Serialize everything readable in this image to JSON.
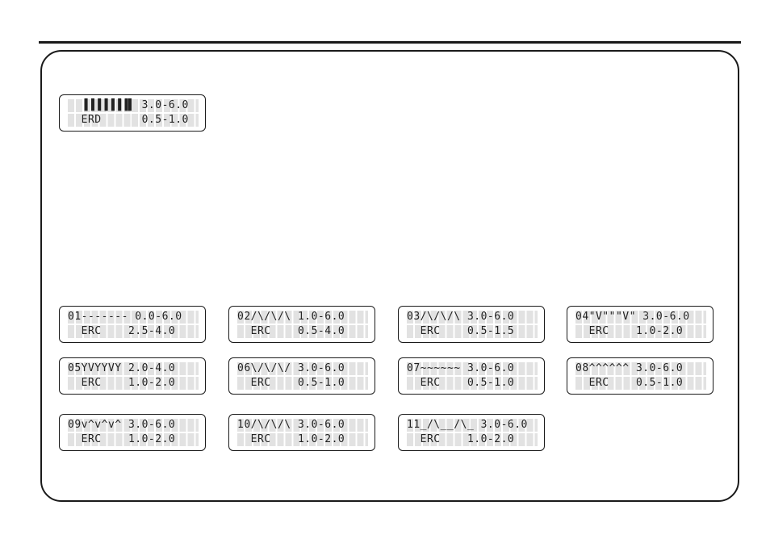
{
  "current_setting": {
    "line1": "  ▐▐▐▐▐▐▐▌ 3.0-6.0",
    "line2": "  ERD      0.5-1.0"
  },
  "presets": [
    {
      "line1": "01------- 0.0-6.0",
      "line2": "  ERC    2.5-4.0"
    },
    {
      "line1": "02/\\/\\/\\ 1.0-6.0",
      "line2": "  ERC    0.5-4.0"
    },
    {
      "line1": "03/\\/\\/\\ 3.0-6.0",
      "line2": "  ERC    0.5-1.5"
    },
    {
      "line1": "04\"V\"\"\"V\" 3.0-6.0",
      "line2": "  ERC    1.0-2.0"
    },
    {
      "line1": "05YVYYVY 2.0-4.0",
      "line2": "  ERC    1.0-2.0"
    },
    {
      "line1": "06\\/\\/\\/ 3.0-6.0",
      "line2": "  ERC    0.5-1.0"
    },
    {
      "line1": "07~~~~~~ 3.0-6.0",
      "line2": "  ERC    0.5-1.0"
    },
    {
      "line1": "08^^^^^^ 3.0-6.0",
      "line2": "  ERC    0.5-1.0"
    },
    {
      "line1": "09v^v^v^ 3.0-6.0",
      "line2": "  ERC    1.0-2.0"
    },
    {
      "line1": "10/\\/\\/\\ 3.0-6.0",
      "line2": "  ERC    1.0-2.0"
    },
    {
      "line1": "11_/\\__/\\_ 3.0-6.0",
      "line2": "  ERC    1.0-2.0"
    }
  ],
  "colors": {
    "ink": "#1a1a1a",
    "lcd_cell": "#e2e2e2"
  }
}
